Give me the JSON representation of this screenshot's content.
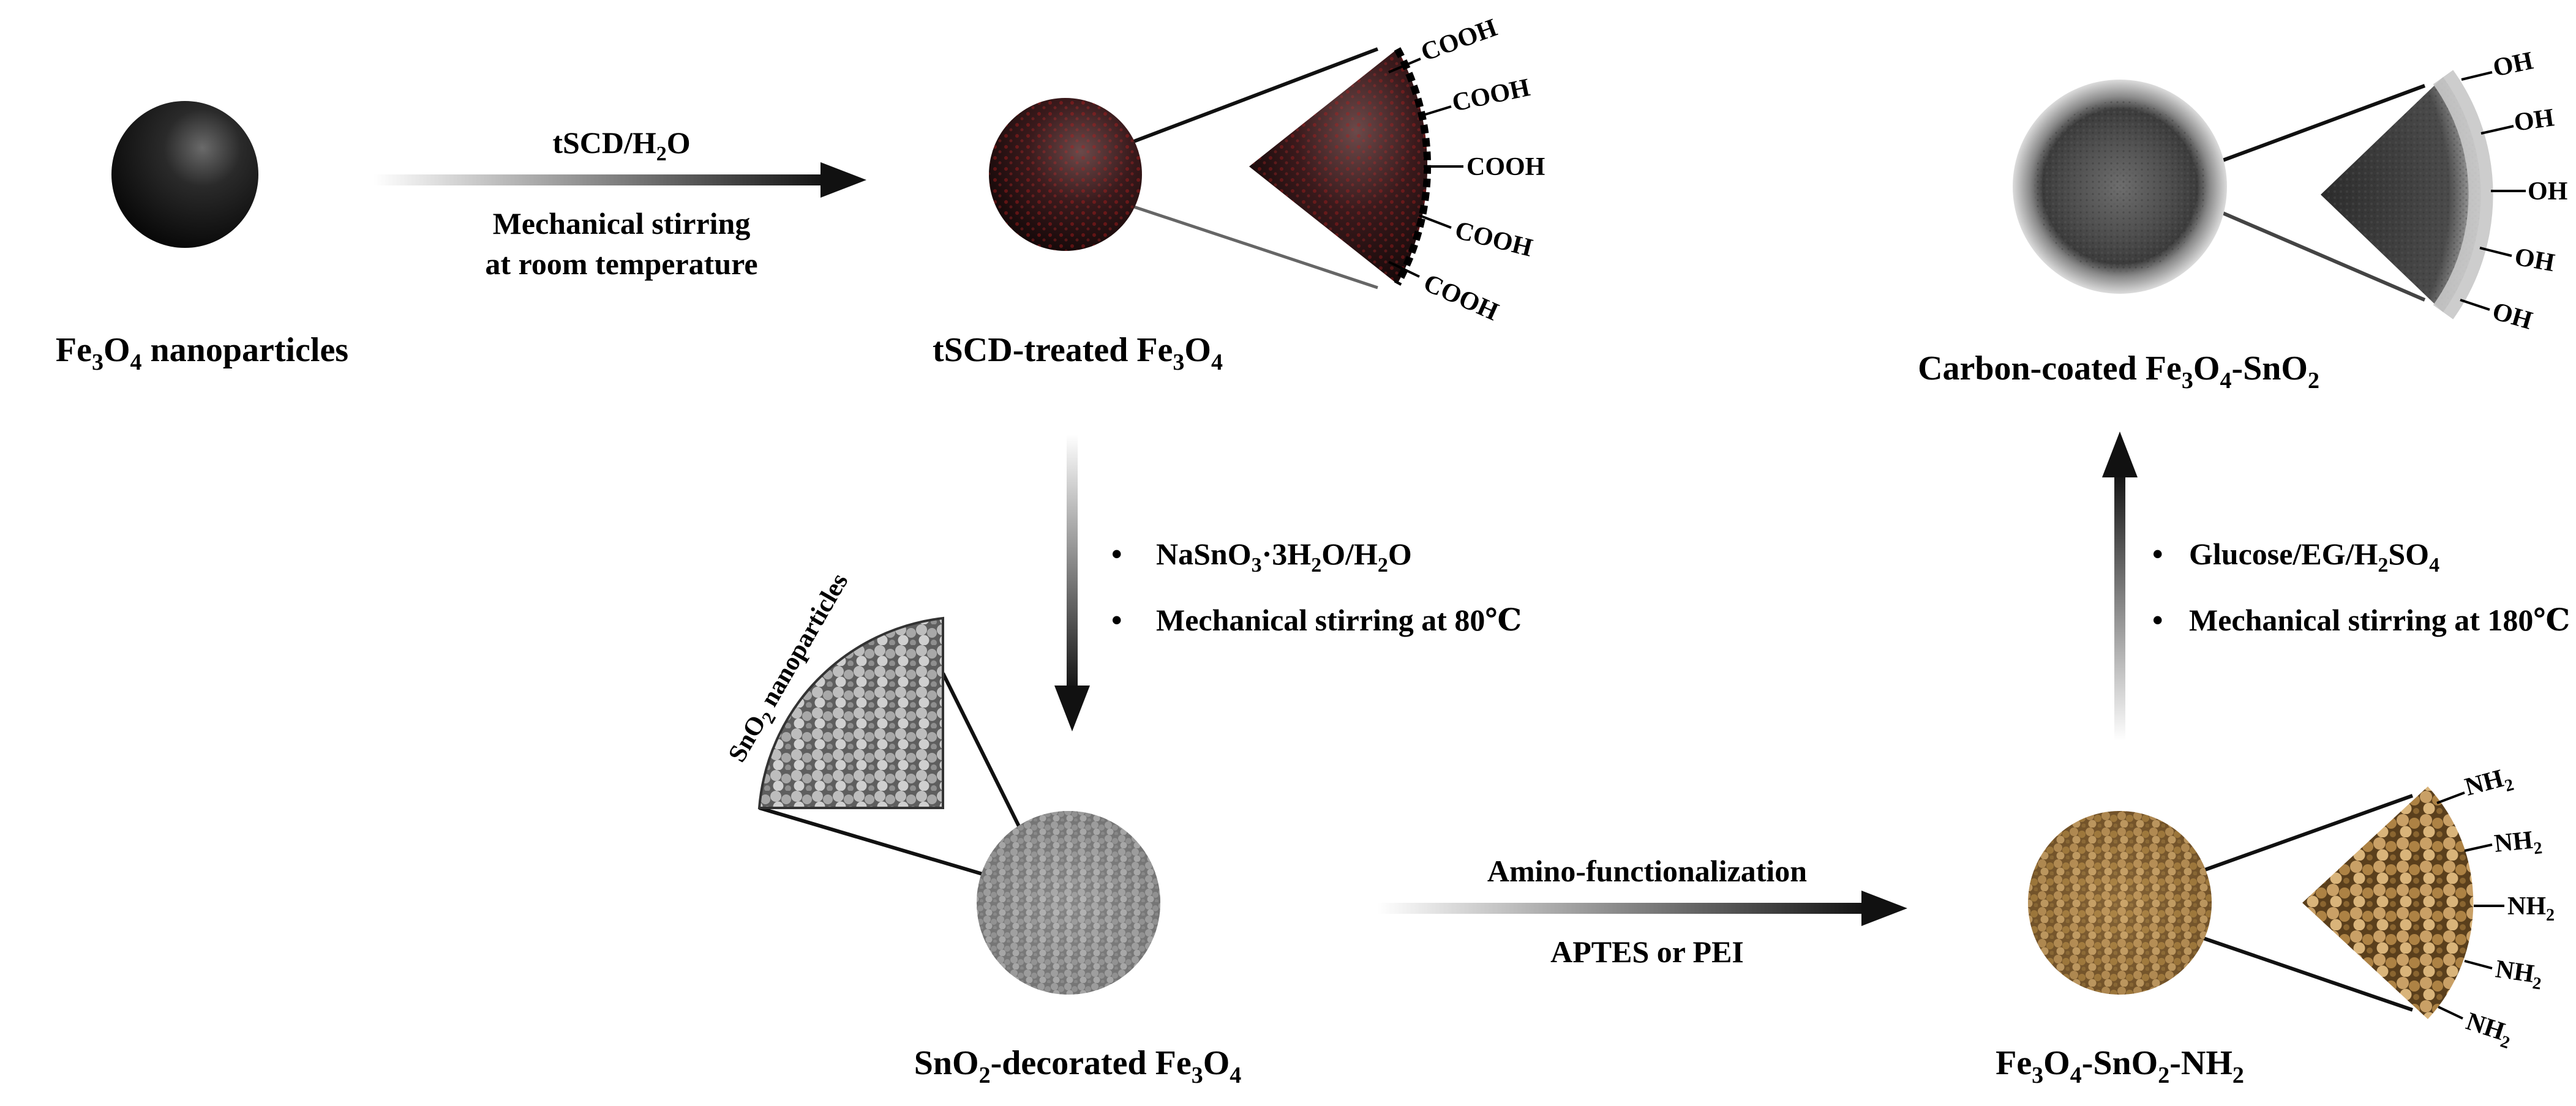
{
  "particles": {
    "fe3o4": {
      "label": "Fe3O4 nanoparticles"
    },
    "tscd_treated": {
      "label": "tSCD-treated Fe3O4",
      "surface_groups": [
        "COOH",
        "COOH",
        "COOH",
        "COOH",
        "COOH"
      ]
    },
    "carbon_coated": {
      "label": "Carbon-coated Fe3O4-SnO2",
      "surface_groups": [
        "OH",
        "OH",
        "OH",
        "OH",
        "OH"
      ]
    },
    "sno2_decorated": {
      "label": "SnO2-decorated Fe3O4",
      "inset_label": "SnO2 nanoparticles"
    },
    "amino": {
      "label": "Fe3O4-SnO2-NH2",
      "surface_groups": [
        "NH2",
        "NH2",
        "NH2",
        "NH2",
        "NH2"
      ]
    }
  },
  "steps": {
    "step1": {
      "top": "tSCD/H2O",
      "bottom_line1": "Mechanical stirring",
      "bottom_line2": "at room temperature"
    },
    "step2": {
      "bullet": "•",
      "line1": "NaSnO3·3H2O/H2O",
      "line2": "Mechanical stirring at 80℃"
    },
    "step3": {
      "top": "Amino-functionalization",
      "bottom": "APTES or PEI"
    },
    "step4": {
      "bullet": "•",
      "line1": "Glucose/EG/H2SO4",
      "line2": "Mechanical stirring at 180℃"
    }
  }
}
